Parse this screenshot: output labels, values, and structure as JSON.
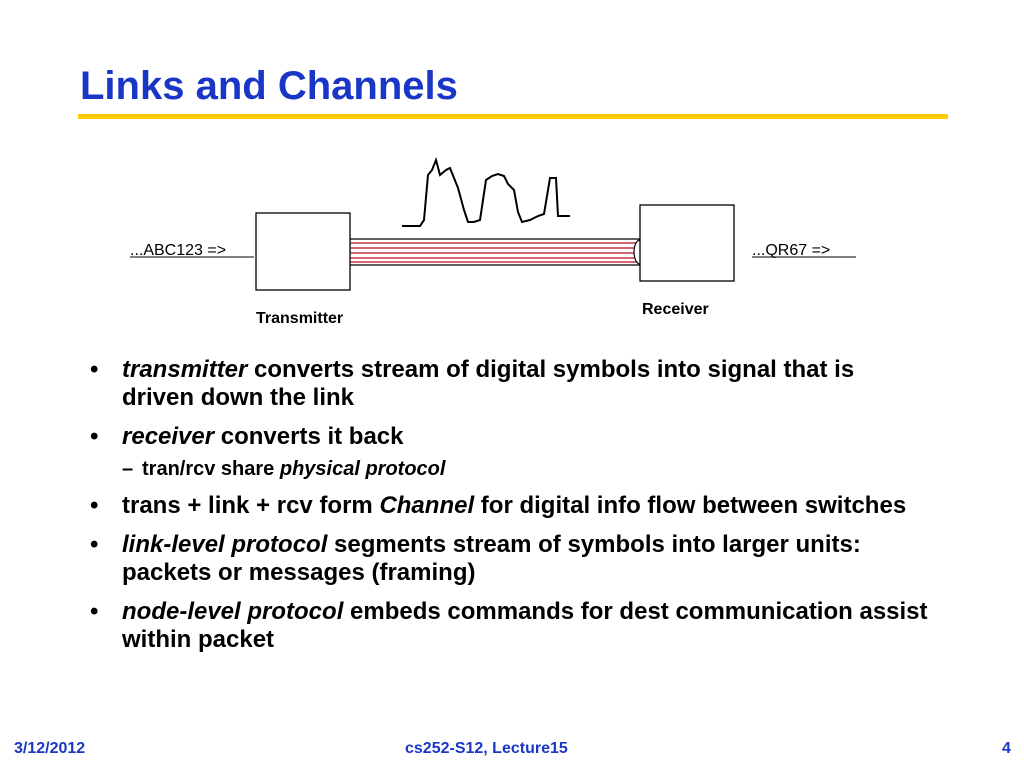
{
  "title": "Links and Channels",
  "diagram": {
    "input_stream": "...ABC123 =>",
    "output_stream": "...QR67 =>",
    "transmitter_label": "Transmitter",
    "receiver_label": "Receiver"
  },
  "bullets": [
    {
      "em": "transmitter",
      "text": " converts stream of digital symbols into signal that is driven down the link"
    },
    {
      "em": "receiver",
      "text": " converts it back"
    },
    {
      "pre": "trans + link + rcv form ",
      "em": "Channel",
      "text": " for digital info flow between switches"
    },
    {
      "em": "link-level protocol",
      "text": " segments stream of symbols into larger units: packets or messages (framing)"
    },
    {
      "em": "node-level protocol",
      "text": " embeds commands for dest communication assist within packet"
    }
  ],
  "sub_bullet": {
    "pre": "tran/rcv share ",
    "em": "physical protocol"
  },
  "footer": {
    "date": "3/12/2012",
    "course": "cs252-S12, Lecture15",
    "page": "4"
  },
  "colors": {
    "title": "#1a36c6",
    "rule": "#ffcc00",
    "link_lines": "#cc3344"
  }
}
